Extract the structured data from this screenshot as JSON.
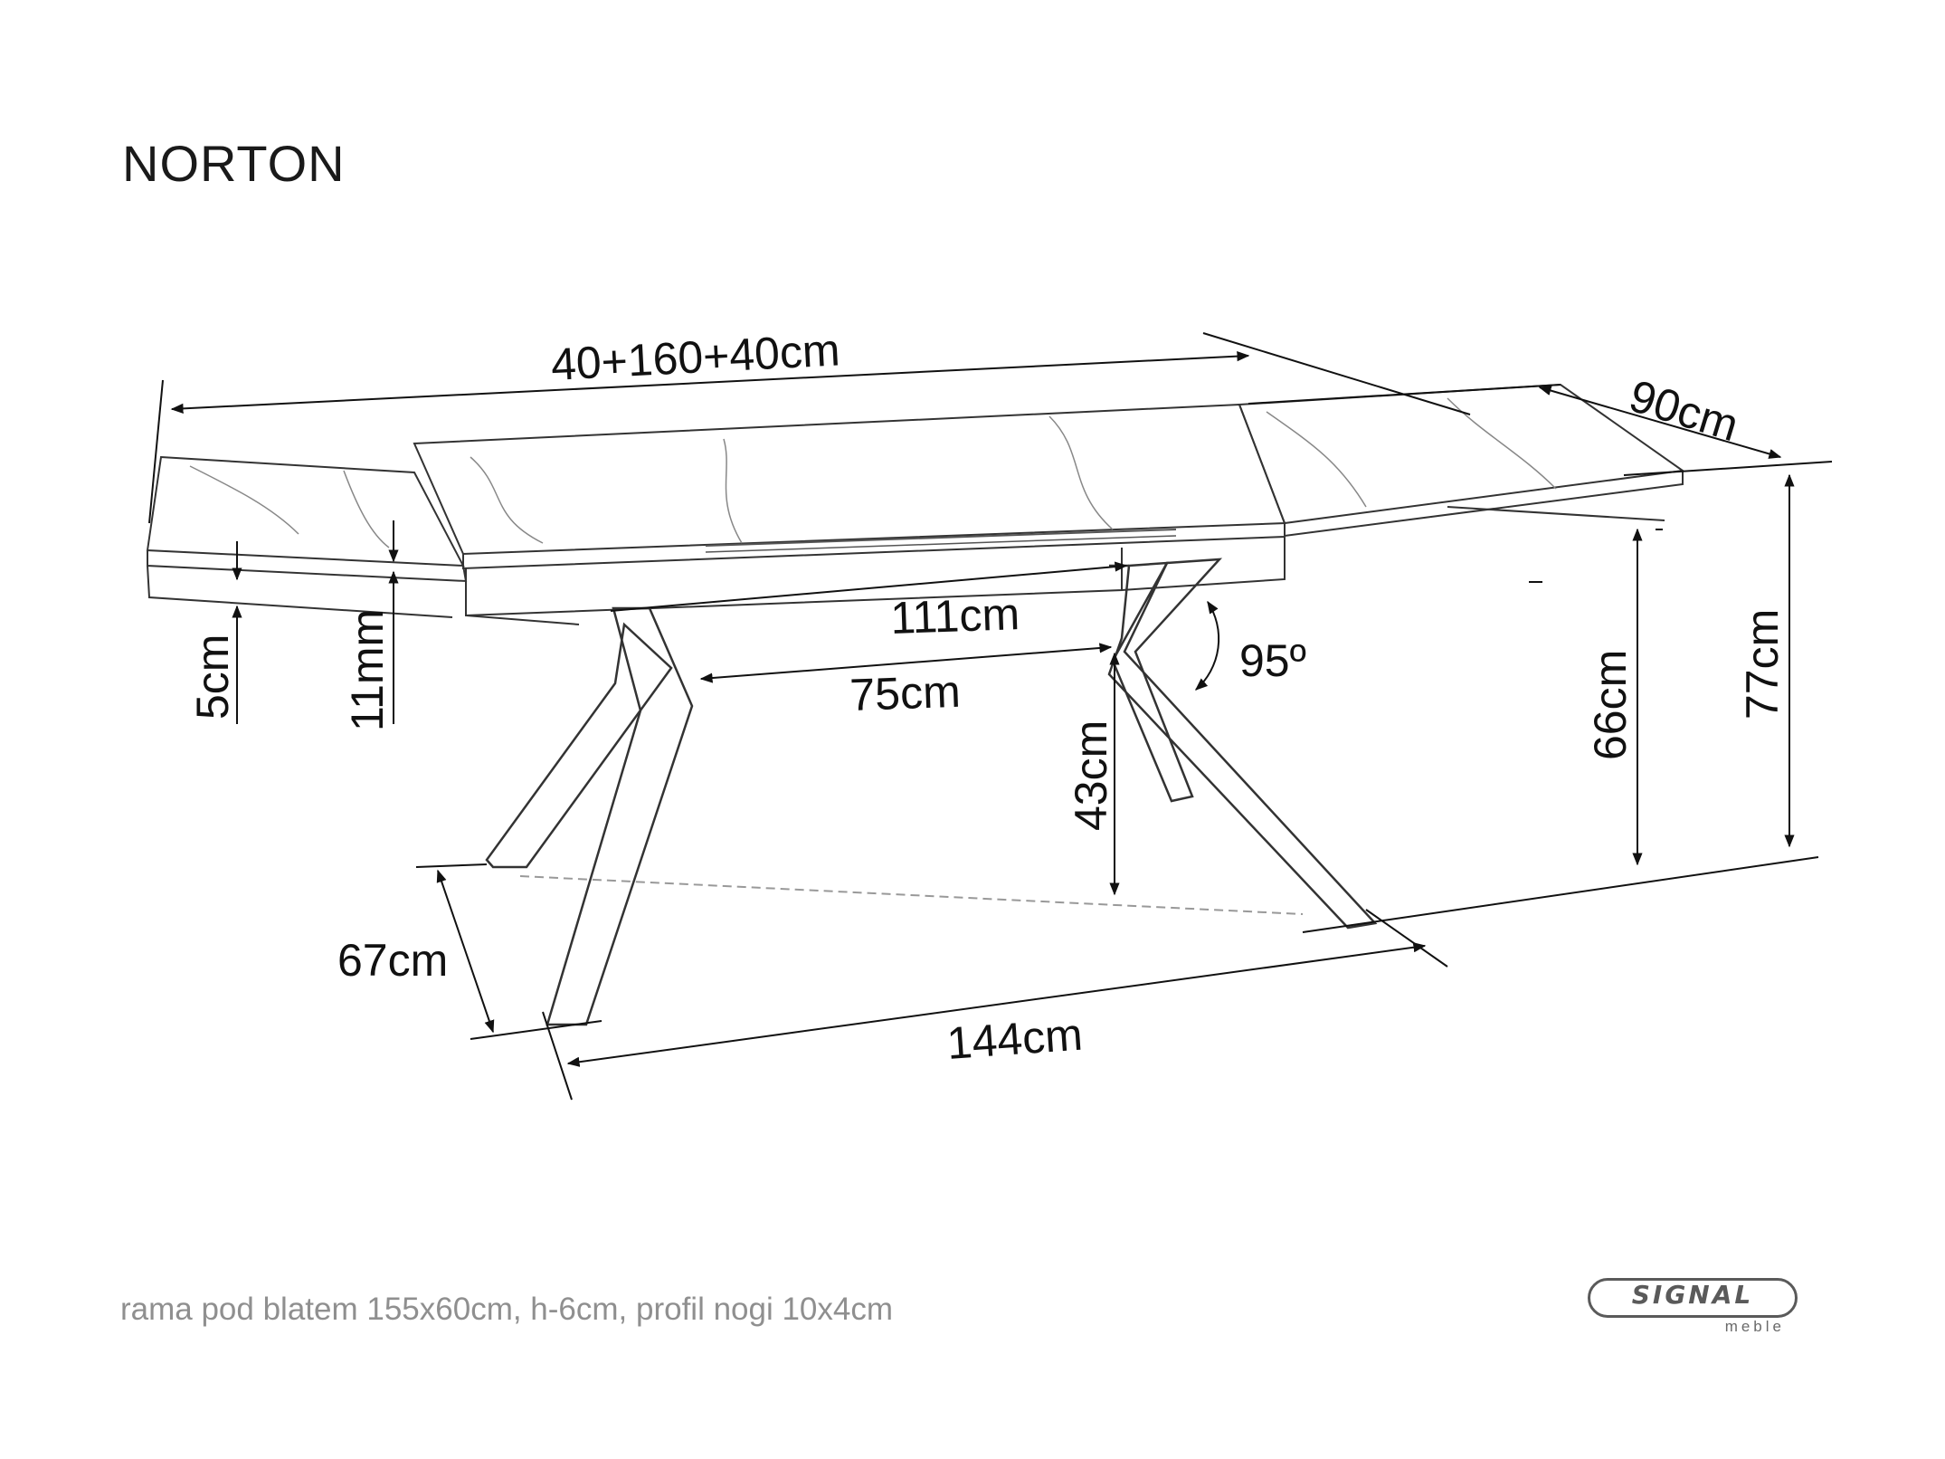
{
  "title": "NORTON",
  "dimensions": {
    "length_extended": "40+160+40cm",
    "width": "90cm",
    "height_total": "77cm",
    "clearance_height": "66cm",
    "frame_height": "5cm",
    "top_thickness": "11mm",
    "leg_span_top": "111cm",
    "leg_span_inner": "75cm",
    "angle": "95º",
    "leg_cross_height": "43cm",
    "base_depth": "67cm",
    "base_length": "144cm"
  },
  "footnote": "rama pod blatem 155x60cm, h-6cm, profil nogi 10x4cm",
  "logo": {
    "brand": "SIGNAL",
    "sub": "meble"
  }
}
